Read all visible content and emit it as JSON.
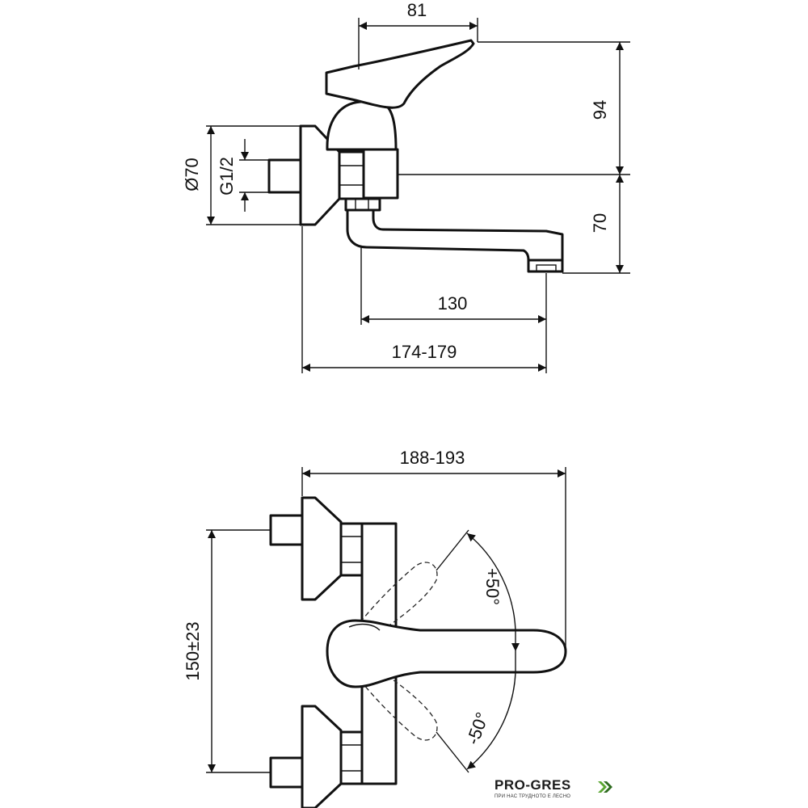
{
  "dimensions": {
    "handle_width": "81",
    "height_upper": "94",
    "height_lower": "70",
    "flange_diameter": "Ø70",
    "thread": "G1/2",
    "spout_reach": "130",
    "overall_reach": "174-179",
    "front_width": "188-193",
    "center_distance": "150±23",
    "angle_plus": "+50°",
    "angle_minus": "-50°"
  },
  "brand": {
    "name": "PRO-GRES",
    "tagline": "ПРИ НАС ТРУДНОТО Е ЛЕСНО",
    "colors": {
      "mark": "#5aa532",
      "mark_dark": "#2e6b1f"
    }
  }
}
